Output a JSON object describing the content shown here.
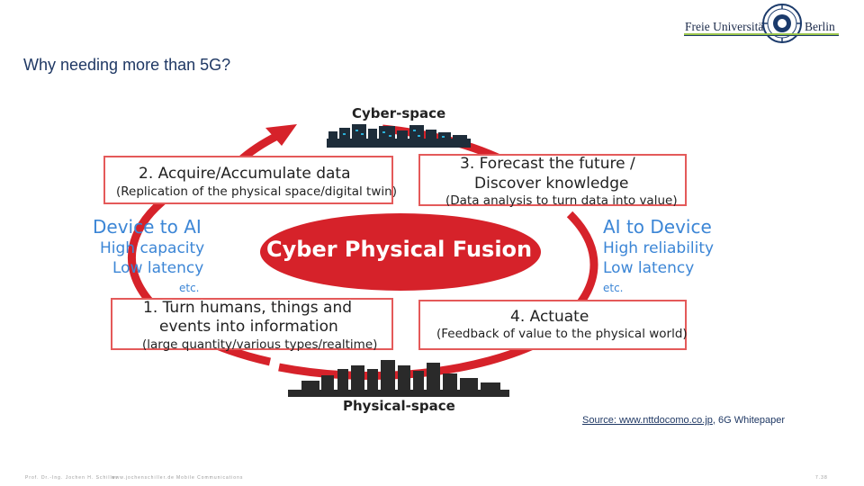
{
  "slide": {
    "title": "Why needing more than 5G?"
  },
  "logo": {
    "left_text": "Freie Universität",
    "right_text": "Berlin",
    "colors": {
      "green": "#99c34a",
      "navy": "#1b3a6b"
    }
  },
  "diagram": {
    "cyber_space_label": "Cyber-space",
    "physical_space_label": "Physical-space",
    "center_label": "Cyber Physical Fusion",
    "boxes": [
      {
        "lines": [
          "2. Acquire/Accumulate data"
        ],
        "sub": [
          "(Replication of the physical space/digital twin)"
        ]
      },
      {
        "lines": [
          "3. Forecast the future /",
          "Discover knowledge"
        ],
        "sub": [
          "(Data analysis to turn data into value)"
        ]
      },
      {
        "lines": [
          "1. Turn humans, things and",
          "events into information"
        ],
        "sub": [
          "(large quantity/various types/realtime)"
        ]
      },
      {
        "lines": [
          "4. Actuate"
        ],
        "sub": [
          "(Feedback of value to the physical world)"
        ]
      }
    ],
    "left_side": {
      "main": "Device to AI",
      "lines": [
        "High capacity",
        "Low latency"
      ],
      "etc": "etc."
    },
    "right_side": {
      "main": "AI to Device",
      "lines": [
        "High reliability",
        "Low latency"
      ],
      "etc": "etc."
    },
    "colors": {
      "red": "#d6222a",
      "blue": "#3c86d6",
      "city": "#2a2a2a",
      "city_lit": "#1a7fa8"
    }
  },
  "source": {
    "link_text": "Source: www.nttdocomo.co.jp",
    "suffix": ", 6G Whitepaper"
  },
  "footer": {
    "author": "Prof. Dr.-Ing. Jochen H. Schiller",
    "url": "www.jochenschiller.de",
    "course": "Mobile Communications",
    "page": "7.38"
  }
}
